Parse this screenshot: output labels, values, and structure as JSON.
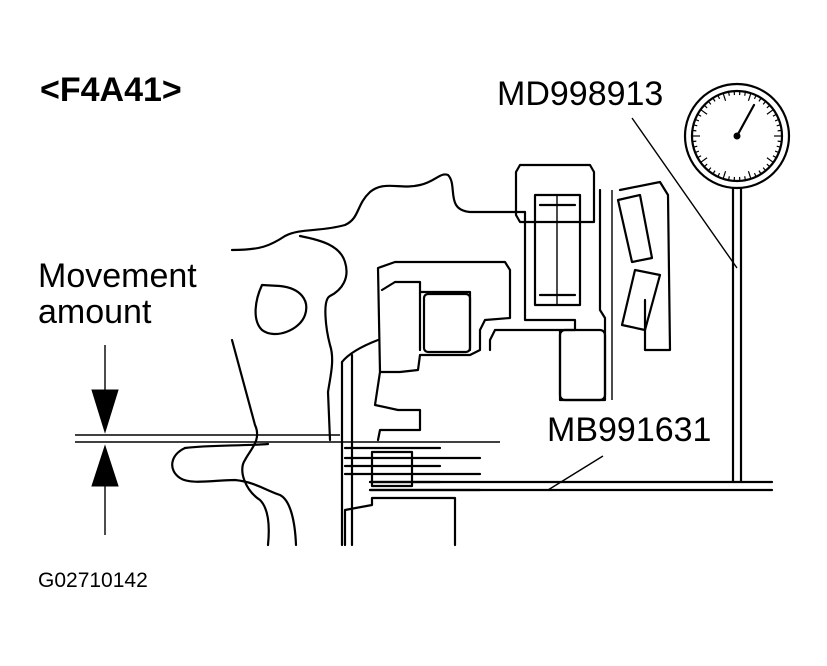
{
  "title": "<F4A41>",
  "labels": {
    "dial_gauge_tool": "MD998913",
    "bar_tool": "MB991631",
    "movement_line1": "Movement",
    "movement_line2": "amount",
    "figure_code": "G02710142"
  },
  "colors": {
    "line": "#000000",
    "background": "#ffffff"
  },
  "icons": {
    "gauge": "dial-gauge-icon",
    "arrows": "measurement-arrows-icon"
  }
}
